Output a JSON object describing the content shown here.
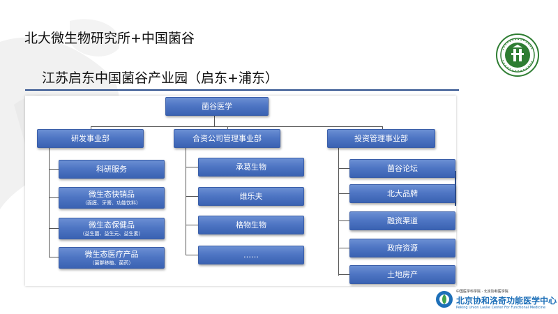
{
  "slide": {
    "title": "北大微生物研究所+中国菌谷",
    "subtitle": "江苏启东中国菌谷产业园（启东+浦东）"
  },
  "org_chart": {
    "root": "菌谷医学",
    "departments": [
      {
        "name": "研发事业部",
        "children": [
          {
            "label": "科研服务",
            "sub": ""
          },
          {
            "label": "微生态快销品",
            "sub": "（面膜、牙膏、功能饮料）"
          },
          {
            "label": "微生态保健品",
            "sub": "（益生菌、益生元、益生素）"
          },
          {
            "label": "微生态医疗产品",
            "sub": "（菌群移植、菌药）"
          }
        ]
      },
      {
        "name": "合资公司管理事业部",
        "children": [
          {
            "label": "承葛生物",
            "sub": ""
          },
          {
            "label": "维乐夫",
            "sub": ""
          },
          {
            "label": "格物生物",
            "sub": ""
          },
          {
            "label": "……",
            "sub": ""
          }
        ]
      },
      {
        "name": "投资管理事业部",
        "children": [
          {
            "label": "菌谷论坛",
            "sub": ""
          },
          {
            "label": "北大品牌",
            "sub": ""
          },
          {
            "label": "融资渠道",
            "sub": ""
          },
          {
            "label": "政府资源",
            "sub": ""
          },
          {
            "label": "土地房产",
            "sub": ""
          }
        ]
      }
    ]
  },
  "footer_logo": {
    "line1": "中国医学科学院 · 北京协和医学院",
    "line2": "北京协和洛奇功能医学中心",
    "line3": "Peking Union Lauke Center For Functional Medicine"
  },
  "colors": {
    "box": "#4f76c4",
    "box_border": "#3a5ea8",
    "accent_line": "#2d4f8c"
  }
}
